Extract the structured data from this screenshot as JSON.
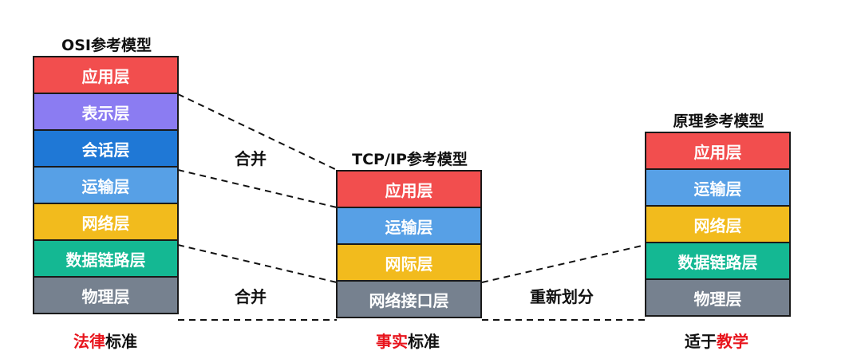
{
  "osi": {
    "title": "OSI参考模型",
    "layers": [
      {
        "name": "应用层",
        "color": "#f24e4e"
      },
      {
        "name": "表示层",
        "color": "#8b7cf2"
      },
      {
        "name": "会话层",
        "color": "#1f78d6"
      },
      {
        "name": "运输层",
        "color": "#57a0e6"
      },
      {
        "name": "网络层",
        "color": "#f2bb1d"
      },
      {
        "name": "数据链路层",
        "color": "#14b893"
      },
      {
        "name": "物理层",
        "color": "#76818f"
      }
    ],
    "caption_red": "法律",
    "caption_black": "标准"
  },
  "tcpip": {
    "title": "TCP/IP参考模型",
    "layers": [
      {
        "name": "应用层",
        "color": "#f24e4e"
      },
      {
        "name": "运输层",
        "color": "#57a0e6"
      },
      {
        "name": "网际层",
        "color": "#f2bb1d"
      },
      {
        "name": "网络接口层",
        "color": "#76818f"
      }
    ],
    "caption_red": "事实",
    "caption_black": "标准"
  },
  "principle": {
    "title": "原理参考模型",
    "layers": [
      {
        "name": "应用层",
        "color": "#f24e4e"
      },
      {
        "name": "运输层",
        "color": "#57a0e6"
      },
      {
        "name": "网络层",
        "color": "#f2bb1d"
      },
      {
        "name": "数据链路层",
        "color": "#14b893"
      },
      {
        "name": "物理层",
        "color": "#76818f"
      }
    ],
    "caption_black": "适于",
    "caption_red": "教学"
  },
  "annotations": {
    "merge_top": "合并",
    "merge_bottom": "合并",
    "repartition": "重新划分"
  }
}
